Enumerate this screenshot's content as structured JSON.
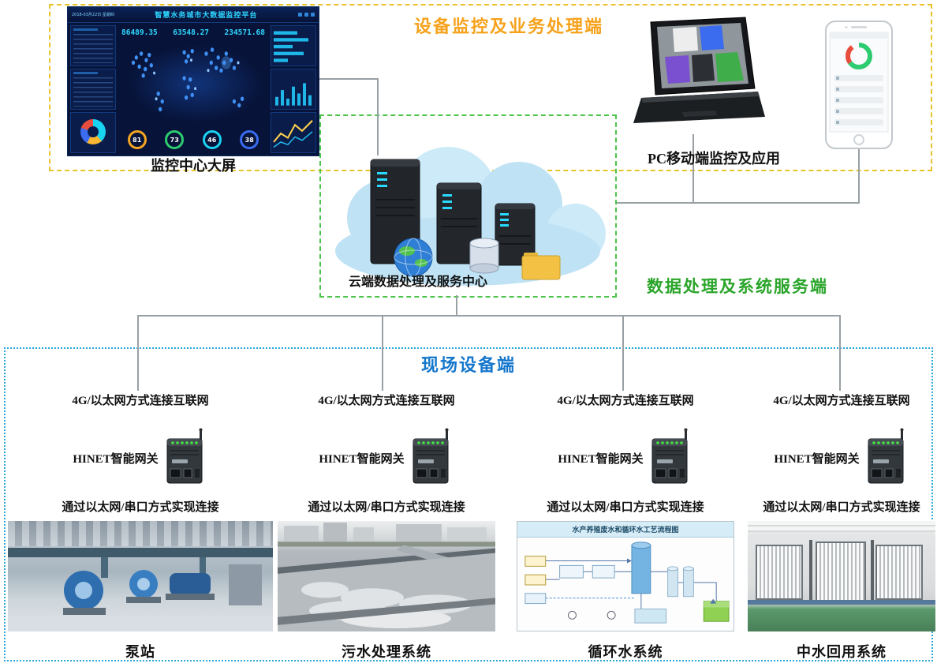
{
  "top_zone": {
    "title": "设备监控及业务处理端",
    "dashboard_label": "监控中心大屏",
    "pc_mobile_label": "PC移动端监控及应用"
  },
  "cloud_zone": {
    "center_label": "云端数据处理及服务中心",
    "side_label": "数据处理及系统服务端"
  },
  "field_zone": {
    "title": "现场设备端",
    "diagram_title": "水产养殖废水和循环水工艺流程图",
    "columns": [
      {
        "uplink": "4G/以太网方式连接互联网",
        "gateway": "HINET智能网关",
        "downlink": "通过以太网/串口方式实现连接",
        "system": "泵站"
      },
      {
        "uplink": "4G/以太网方式连接互联网",
        "gateway": "HINET智能网关",
        "downlink": "通过以太网/串口方式实现连接",
        "system": "污水处理系统"
      },
      {
        "uplink": "4G/以太网方式连接互联网",
        "gateway": "HINET智能网关",
        "downlink": "通过以太网/串口方式实现连接",
        "system": "循环水系统"
      },
      {
        "uplink": "4G/以太网方式连接互联网",
        "gateway": "HINET智能网关",
        "downlink": "通过以太网/串口方式实现连接",
        "system": "中水回用系统"
      }
    ]
  },
  "dashboard": {
    "title": "智慧水务城市大数据监控平台",
    "date": "2018-03月22日 星期四",
    "kpis": [
      "86489.35",
      "63548.27",
      "234571.68"
    ],
    "gauges": [
      "81",
      "73",
      "46",
      "38"
    ]
  },
  "colors": {
    "monitor_zone_border": "#e8c32a",
    "monitor_zone_title": "#f6a21c",
    "cloud_zone_border": "#4cc44c",
    "cloud_zone_title": "#2aa52a",
    "field_zone_border": "#29a8dc",
    "field_zone_title": "#1577cc",
    "connector_line": "#98a0a4"
  }
}
